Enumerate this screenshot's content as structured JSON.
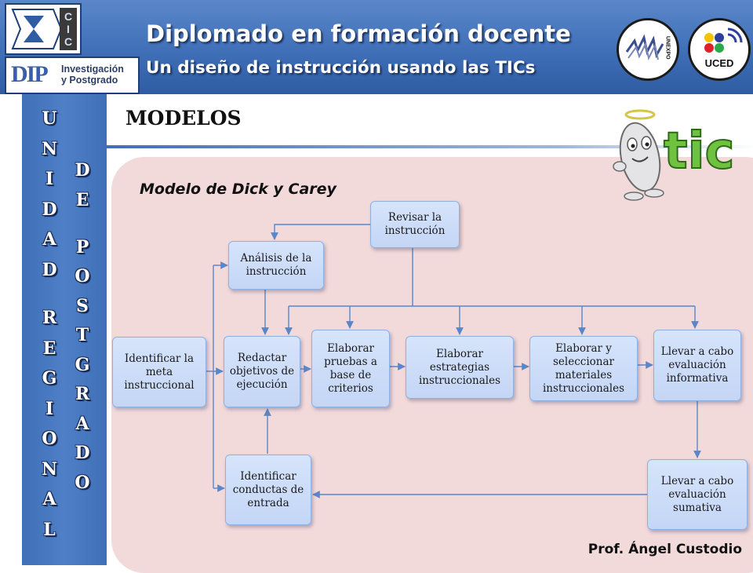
{
  "header": {
    "title": "Diplomado en formación docente",
    "subtitle": "Un diseño de instrucción usando las TICs",
    "cic_logo": {
      "letters": [
        "C",
        "I",
        "C"
      ]
    },
    "dip_logo": {
      "mark": "DIP",
      "line1": "Investigación",
      "line2": "y Postgrado"
    },
    "unexpo_logo": {
      "letters": "UNEXPO"
    },
    "uced_logo": {
      "label": "UCED"
    }
  },
  "sidebar": {
    "column_left": "UNIDAD REGIONAL",
    "column_right": "DE POSTGRADO"
  },
  "content": {
    "page_title": "MODELOS",
    "model_title": "Modelo de Dick y Carey",
    "author": "Prof. Ángel Custodio",
    "mascot_word": "tic"
  },
  "diagram": {
    "nodes": {
      "revisar": "Revisar la instrucción",
      "analisis": "Análisis de la instrucción",
      "identificar_meta": "Identificar la meta instruccional",
      "redactar": "Redactar objetivos de ejecución",
      "elaborar_pruebas": "Elaborar pruebas a base de criterios",
      "elaborar_estrategias": "Elaborar estrategias instruccionales",
      "elaborar_materiales": "Elaborar y seleccionar materiales instruccionales",
      "evaluacion_formativa": "Llevar a cabo evaluación informativa",
      "identificar_conductas": "Identificar conductas de entrada",
      "evaluacion_sumativa": "Llevar a cabo evaluación sumativa"
    }
  },
  "colors": {
    "header_blue": "#3f6fb7",
    "panel_pink": "#f2d9da",
    "node_fill": "#c9d9f7",
    "arrow_blue": "#5b86c8"
  }
}
